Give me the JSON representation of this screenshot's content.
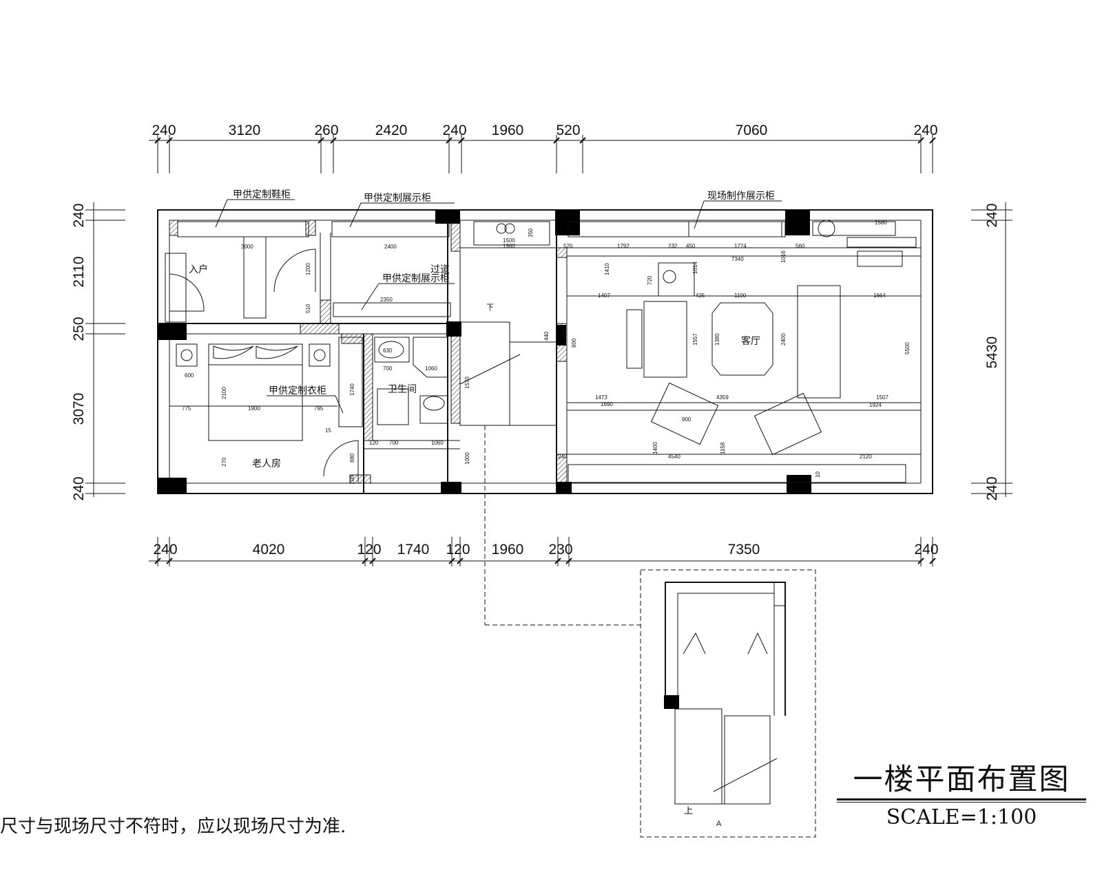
{
  "drawing": {
    "title": "一楼平面布置图",
    "scale": "SCALE=1:100",
    "note": "注尺寸与现场尺寸不符时，应以现场尺寸为准."
  },
  "dimensions": {
    "top": [
      "240",
      "3120",
      "260",
      "2420",
      "240",
      "1960",
      "520",
      "7060",
      "240"
    ],
    "bottom": [
      "240",
      "4020",
      "120",
      "1740",
      "120",
      "1960",
      "230",
      "7350",
      "240"
    ],
    "left": [
      "240",
      "2110",
      "250",
      "3070",
      "240"
    ],
    "right": [
      "240",
      "5430",
      "240"
    ]
  },
  "rooms": {
    "entry": "入户",
    "aisle": "过道",
    "elder_room": "老人房",
    "bathroom": "卫生间",
    "living_room": "客厅"
  },
  "callouts": {
    "shoe_cabinet": "甲供定制鞋柜",
    "display_cabinet_top": "甲供定制展示柜",
    "display_cabinet_aisle": "甲供定制展示柜",
    "wardrobe": "甲供定制衣柜",
    "site_display": "现场制作展示柜"
  },
  "small_dims": {
    "d3000": "3000",
    "d2400": "2400",
    "d1200": "1200",
    "d510": "510",
    "d2350": "2350",
    "d1500": "1500",
    "d1960": "1960",
    "d350": "350",
    "d520": "520",
    "d1792": "1792",
    "d232": "232",
    "d450": "450",
    "d1774": "1774",
    "d560": "560",
    "d1580": "1580",
    "d7340": "7340",
    "d1410": "1410",
    "d720": "720",
    "d1014": "1014",
    "d1016": "1016",
    "d1407": "1407",
    "d425": "425",
    "d1100": "1100",
    "d1664": "1664",
    "d5500": "5500",
    "d1557": "1557",
    "d1380": "1380",
    "d2400b": "2400",
    "d1473": "1473",
    "d1690": "1690",
    "d4359": "4359",
    "d1507": "1507",
    "d1924": "1924",
    "d1400": "1400",
    "d4540": "4540",
    "d1158": "1158",
    "d2120": "2120",
    "d900": "900",
    "d600": "600",
    "d775": "775",
    "d1900": "1900",
    "d795": "795",
    "d2100": "2100",
    "d270": "270",
    "d120": "120",
    "d1740": "1740",
    "d880": "880",
    "d100": "100",
    "d700": "700",
    "d1060": "1060",
    "d1000": "1000",
    "d440": "440",
    "d800": "800",
    "d1570": "1570",
    "d240": "240",
    "d630": "630",
    "d10": "10",
    "d15": "15"
  },
  "stairs": {
    "down": "下",
    "up": "上",
    "section": "A"
  }
}
